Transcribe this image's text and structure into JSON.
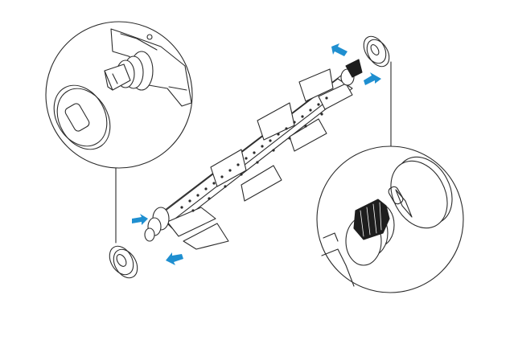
{
  "diagram": {
    "colors": {
      "line": "#2b2b2b",
      "arrow": "#1f8fd0",
      "background": "#ffffff"
    },
    "parts": [
      "brush-roll",
      "end-cap-left",
      "end-cap-right",
      "detail-callout-left",
      "detail-callout-right"
    ],
    "arrow_icons": [
      "arrow-remove-icon",
      "arrow-insert-icon"
    ]
  }
}
